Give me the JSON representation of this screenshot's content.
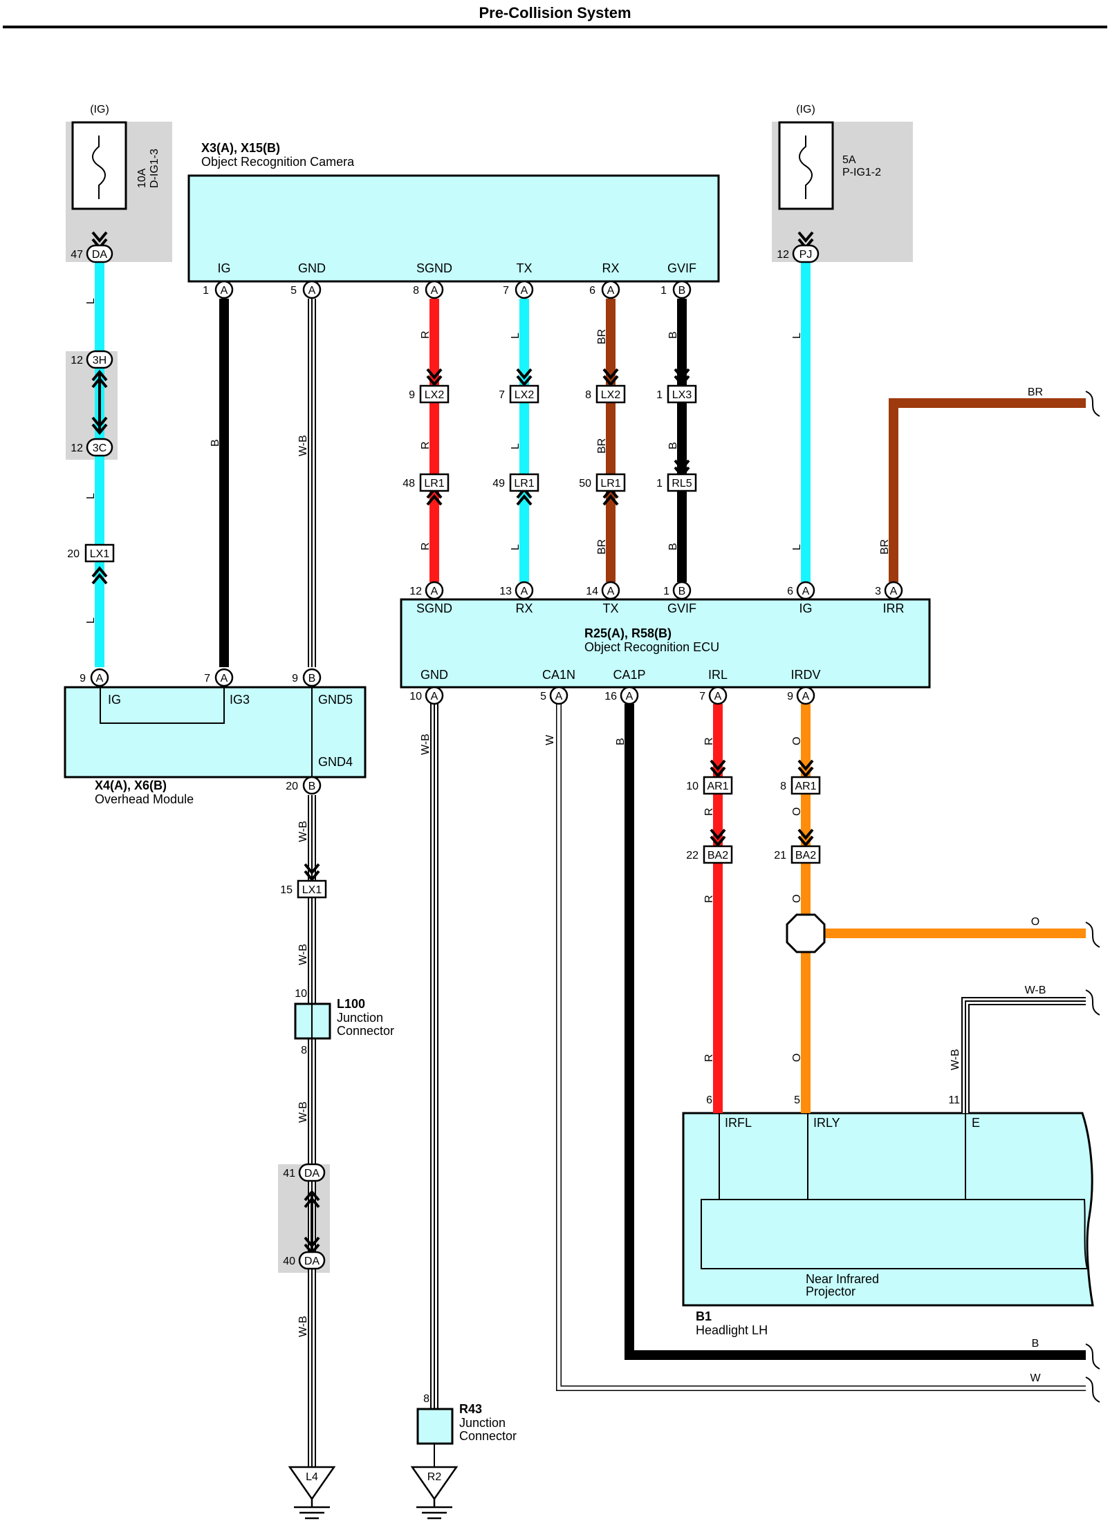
{
  "title": "Pre-Collision System",
  "colors": {
    "L": "#19f5ff",
    "B": "#000000",
    "W": "#ffffff",
    "R": "#ff1a1a",
    "BR": "#9e3a0e",
    "O": "#ff8c0a",
    "module_fill": "#c6fcfc",
    "shade": "#d6d6d6"
  },
  "fuses": [
    {
      "supply": "(IG)",
      "rating": "10A",
      "name": "D-IG1-3",
      "pin": "47",
      "conn": "DA"
    },
    {
      "supply": "(IG)",
      "rating": "5A",
      "name": "P-IG1-2",
      "pin": "12",
      "conn": "PJ"
    }
  ],
  "camera": {
    "ids": "X3(A), X15(B)",
    "name": "Object Recognition Camera",
    "pins": [
      {
        "label": "IG",
        "num": "1",
        "conn": "A"
      },
      {
        "label": "GND",
        "num": "5",
        "conn": "A"
      },
      {
        "label": "SGND",
        "num": "8",
        "conn": "A"
      },
      {
        "label": "TX",
        "num": "7",
        "conn": "A"
      },
      {
        "label": "RX",
        "num": "6",
        "conn": "A"
      },
      {
        "label": "GVIF",
        "num": "1",
        "conn": "B"
      }
    ]
  },
  "ecu": {
    "ids": "R25(A), R58(B)",
    "name": "Object Recognition ECU",
    "top_pins": [
      {
        "label": "SGND",
        "num": "12",
        "conn": "A"
      },
      {
        "label": "RX",
        "num": "13",
        "conn": "A"
      },
      {
        "label": "TX",
        "num": "14",
        "conn": "A"
      },
      {
        "label": "GVIF",
        "num": "1",
        "conn": "B"
      },
      {
        "label": "IG",
        "num": "6",
        "conn": "A"
      },
      {
        "label": "IRR",
        "num": "3",
        "conn": "A"
      }
    ],
    "bottom_pins": [
      {
        "label": "GND",
        "num": "10",
        "conn": "A"
      },
      {
        "label": "CA1N",
        "num": "5",
        "conn": "A"
      },
      {
        "label": "CA1P",
        "num": "16",
        "conn": "A"
      },
      {
        "label": "IRL",
        "num": "7",
        "conn": "A"
      },
      {
        "label": "IRDV",
        "num": "9",
        "conn": "A"
      }
    ]
  },
  "overhead": {
    "ids": "X4(A), X6(B)",
    "name": "Overhead Module",
    "pins": [
      {
        "label": "IG",
        "num": "9",
        "conn": "A"
      },
      {
        "label": "IG3",
        "num": "7",
        "conn": "A"
      },
      {
        "label": "GND5",
        "num": "9",
        "conn": "B"
      },
      {
        "label": "GND4",
        "num": "20",
        "conn": "B"
      }
    ]
  },
  "inline_connectors": {
    "c3h": {
      "pin": "12",
      "name": "3H"
    },
    "c3c": {
      "pin": "12",
      "name": "3C"
    },
    "lx1_ig": {
      "pin": "20",
      "name": "LX1"
    },
    "lx2_r": {
      "pin": "9",
      "name": "LX2"
    },
    "lx2_l": {
      "pin": "7",
      "name": "LX2"
    },
    "lx2_br": {
      "pin": "8",
      "name": "LX2"
    },
    "lx3": {
      "pin": "1",
      "name": "LX3"
    },
    "lr1_r": {
      "pin": "48",
      "name": "LR1"
    },
    "lr1_l": {
      "pin": "49",
      "name": "LR1"
    },
    "lr1_br": {
      "pin": "50",
      "name": "LR1"
    },
    "rl5": {
      "pin": "1",
      "name": "RL5"
    },
    "lx1_gnd": {
      "pin": "15",
      "name": "LX1"
    },
    "da41": {
      "pin": "41",
      "name": "DA"
    },
    "da40": {
      "pin": "40",
      "name": "DA"
    },
    "ar1_r": {
      "pin": "10",
      "name": "AR1"
    },
    "ar1_o": {
      "pin": "8",
      "name": "AR1"
    },
    "ba2_r": {
      "pin": "22",
      "name": "BA2"
    },
    "ba2_o": {
      "pin": "21",
      "name": "BA2"
    }
  },
  "junctions": {
    "l100": {
      "id": "L100",
      "line1": "Junction",
      "line2": "Connector",
      "pin_in": "10",
      "pin_out": "8"
    },
    "r43": {
      "id": "R43",
      "line1": "Junction",
      "line2": "Connector",
      "pin_in": "8"
    }
  },
  "grounds": {
    "l4": "L4",
    "r2": "R2"
  },
  "headlight": {
    "id": "B1",
    "name": "Headlight LH",
    "projector_line1": "Near Infrared",
    "projector_line2": "Projector",
    "pins": [
      {
        "label": "IRFL",
        "num": "6"
      },
      {
        "label": "IRLY",
        "num": "5"
      },
      {
        "label": "E",
        "num": "11"
      }
    ]
  },
  "wire_colors": {
    "L": "L",
    "B": "B",
    "WB": "W-B",
    "R": "R",
    "BR": "BR",
    "O": "O",
    "W": "W"
  }
}
